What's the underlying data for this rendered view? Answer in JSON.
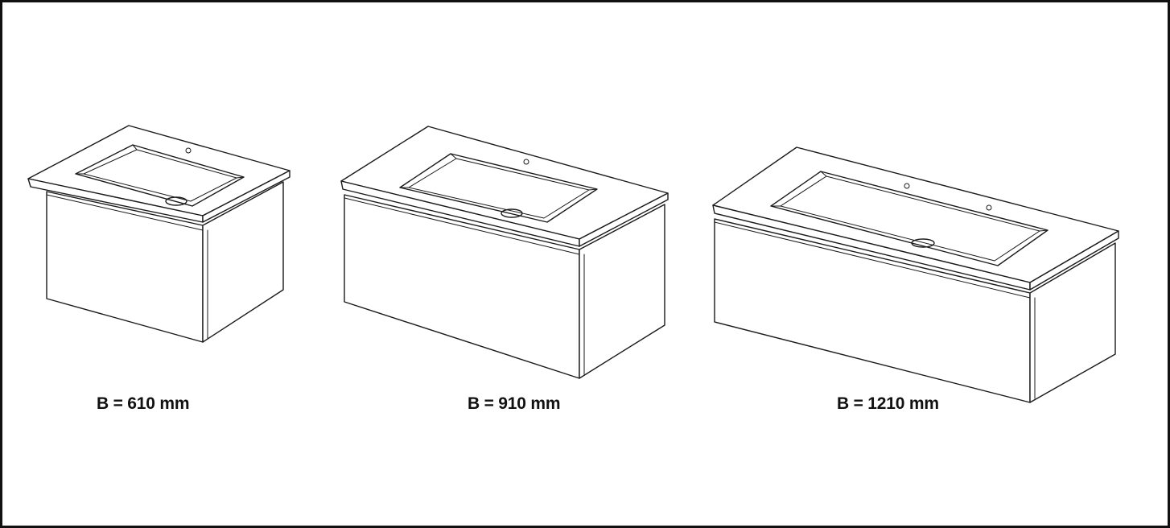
{
  "units": [
    {
      "id": "unit-610",
      "label": "B = 610 mm",
      "tap_holes": 1
    },
    {
      "id": "unit-910",
      "label": "B = 910 mm",
      "tap_holes": 1
    },
    {
      "id": "unit-1210",
      "label": "B = 1210 mm",
      "tap_holes": 2
    }
  ],
  "colors": {
    "line": "#1a1a1a",
    "background": "#ffffff"
  }
}
